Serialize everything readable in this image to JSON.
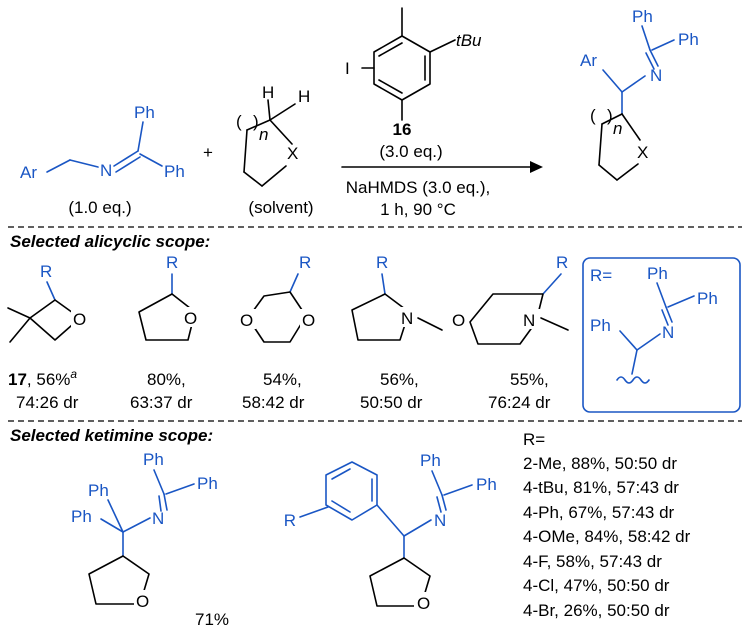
{
  "reaction": {
    "reagent_aryl_iodide": {
      "tbu": "tBu",
      "iodo": "I",
      "number": "16",
      "equiv": "(3.0 eq.)"
    },
    "imine": {
      "ar": "Ar",
      "n": "N",
      "ph1": "Ph",
      "ph2": "Ph",
      "equiv": "(1.0 eq.)"
    },
    "plus": "+",
    "heterocycle": {
      "h1": "H",
      "h2": "H",
      "n_sub": "n",
      "x": "X",
      "paren_open": "(",
      "paren_close": ")",
      "label": "(solvent)"
    },
    "conditions": {
      "base": "NaHMDS (3.0 eq.),",
      "time_temp": "1 h, 90 °C"
    },
    "product": {
      "ph1": "Ph",
      "ph2": "Ph",
      "ar": "Ar",
      "n": "N",
      "n_sub": "n",
      "x": "X",
      "paren_open": "(",
      "paren_close": ")"
    }
  },
  "alicyclic": {
    "heading": "Selected alicyclic scope:",
    "items": [
      {
        "r": "R",
        "o": "O",
        "compound": "17",
        "yield": ", 56%",
        "note": "a",
        "dr": "74:26 dr"
      },
      {
        "r": "R",
        "o": "O",
        "yield": "80%,",
        "dr": "63:37 dr"
      },
      {
        "r": "R",
        "o1": "O",
        "o2": "O",
        "yield": "54%,",
        "dr": "58:42 dr"
      },
      {
        "r": "R",
        "n": "N",
        "yield": "56%,",
        "dr": "50:50 dr"
      },
      {
        "r": "R",
        "o": "O",
        "n": "N",
        "yield": "55%,",
        "dr": "76:24 dr"
      }
    ],
    "r_group": {
      "label": "R=",
      "ph1": "Ph",
      "ph2": "Ph",
      "ph3": "Ph",
      "n": "N"
    }
  },
  "ketimine": {
    "heading": "Selected ketimine scope:",
    "product1": {
      "ph1": "Ph",
      "ph2": "Ph",
      "ph3": "Ph",
      "ph4": "Ph",
      "n": "N",
      "o": "O",
      "yield": "71%"
    },
    "product2": {
      "r": "R",
      "ph1": "Ph",
      "ph2": "Ph",
      "n": "N",
      "o": "O"
    },
    "table_header": "R=",
    "table": [
      "2-Me, 88%, 50:50 dr",
      "4-tBu, 81%, 57:43 dr",
      "4-Ph, 67%, 57:43 dr",
      "4-OMe, 84%, 58:42 dr",
      "4-F, 58%, 57:43 dr",
      "4-Cl, 47%, 50:50 dr",
      "4-Br, 26%, 50:50 dr"
    ]
  },
  "colors": {
    "black": "#000000",
    "blue": "#1a56c4"
  }
}
